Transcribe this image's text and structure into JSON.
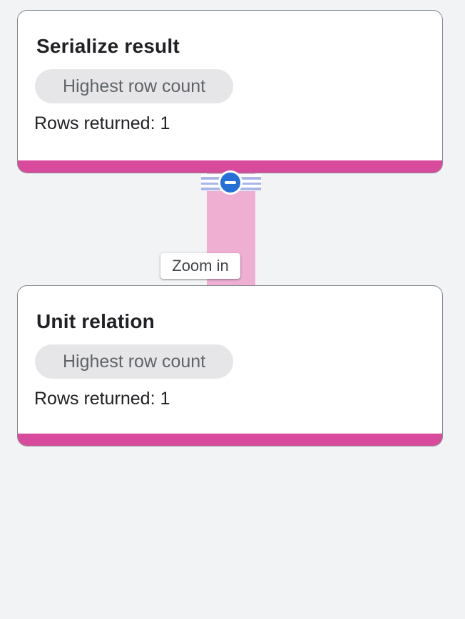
{
  "graph": {
    "nodes": [
      {
        "title": "Serialize result",
        "badge": "Highest row count",
        "rows": "Rows returned: 1"
      },
      {
        "title": "Unit relation",
        "badge": "Highest row count",
        "rows": "Rows returned: 1"
      }
    ],
    "edge": {
      "tooltip": "Zoom in",
      "collapse_icon": "minus-circle-icon"
    }
  },
  "colors": {
    "background": "#f1f3f4",
    "card_border": "#84888d",
    "stage_accent_magenta": "#d84a9b",
    "edge_pink": "#eeafd3",
    "edge_stripe_blue": "#a9b6e8",
    "collapse_button_blue": "#2470d6",
    "badge_background": "#e6e6e8",
    "badge_text": "#5f6368",
    "body_text": "#202124"
  }
}
